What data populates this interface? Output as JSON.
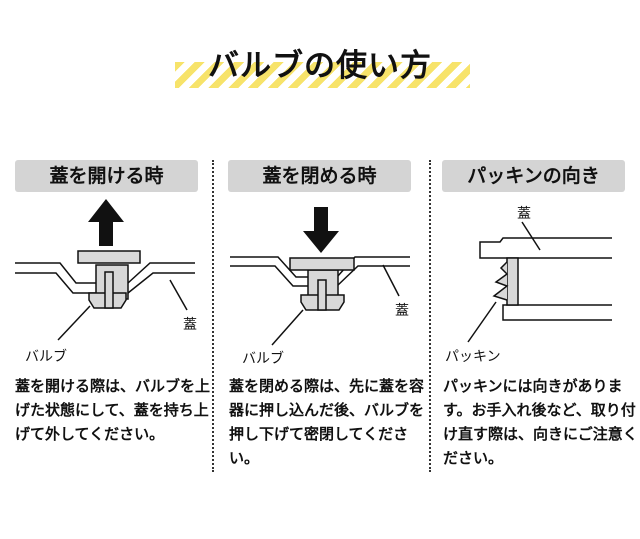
{
  "title": "バルブの使い方",
  "panels": [
    {
      "heading": "蓋を開ける時",
      "lid_label": "蓋",
      "valve_label": "バルブ",
      "text": "蓋を開ける際は、バルブを上げた状態にして、蓋を持ち上げて外してください。"
    },
    {
      "heading": "蓋を閉める時",
      "lid_label": "蓋",
      "valve_label": "バルブ",
      "text": "蓋を閉める際は、先に蓋を容器に押し込んだ後、バルブを押し下げて密閉してください。"
    },
    {
      "heading": "パッキンの向き",
      "lid_label": "蓋",
      "gasket_label": "パッキン",
      "text": "パッキンには向きがあります。お手入れ後など、取り付け直す際は、向きにご注意ください。"
    }
  ],
  "colors": {
    "stripe": "#f7e36a",
    "header_bg": "#d4d4d4",
    "part_fill": "#d8d8d8"
  }
}
